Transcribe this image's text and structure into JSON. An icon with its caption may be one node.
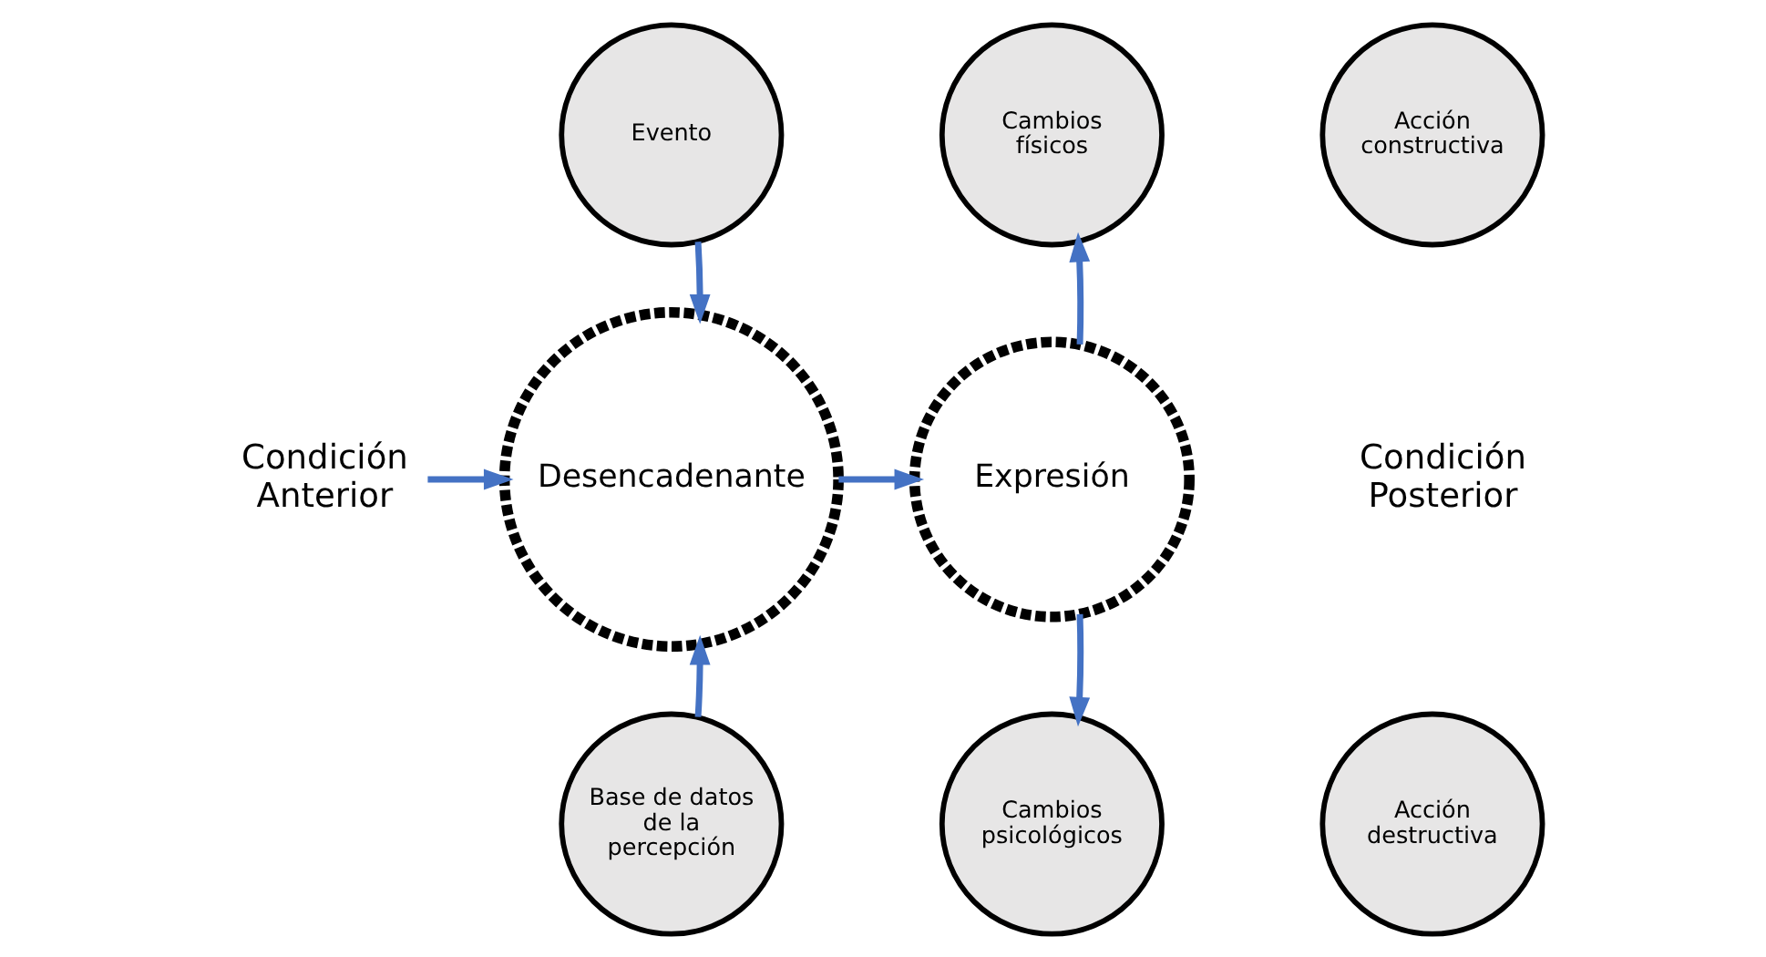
{
  "diagram": {
    "nodes": [
      {
        "text": [
          "Condición Anterior"
        ]
      },
      {
        "text": [
          "Desencadenante"
        ]
      },
      {
        "text": [
          "Evento"
        ]
      },
      {
        "text": [
          "Base de datos de la percepción"
        ]
      },
      {
        "text": [
          "Expresión"
        ]
      },
      {
        "text": [
          "Cambios físicos"
        ]
      },
      {
        "text": [
          "Cambios psicológicos"
        ]
      },
      {
        "text": [
          "Acción constructiva"
        ]
      },
      {
        "text": [
          "Acción destructiva"
        ]
      },
      {
        "text": [
          "Condición Posterior"
        ]
      }
    ],
    "edges": [
      {
        "from": 0,
        "to": 1,
        "arrow": "to"
      },
      {
        "from": 2,
        "to": 1,
        "arrow": "to"
      },
      {
        "from": 3,
        "to": 1,
        "arrow": "to"
      },
      {
        "from": 1,
        "to": 4,
        "arrow": "to"
      },
      {
        "from": 4,
        "to": 5,
        "arrow": "to"
      },
      {
        "from": 4,
        "to": 6,
        "arrow": "to"
      }
    ]
  }
}
